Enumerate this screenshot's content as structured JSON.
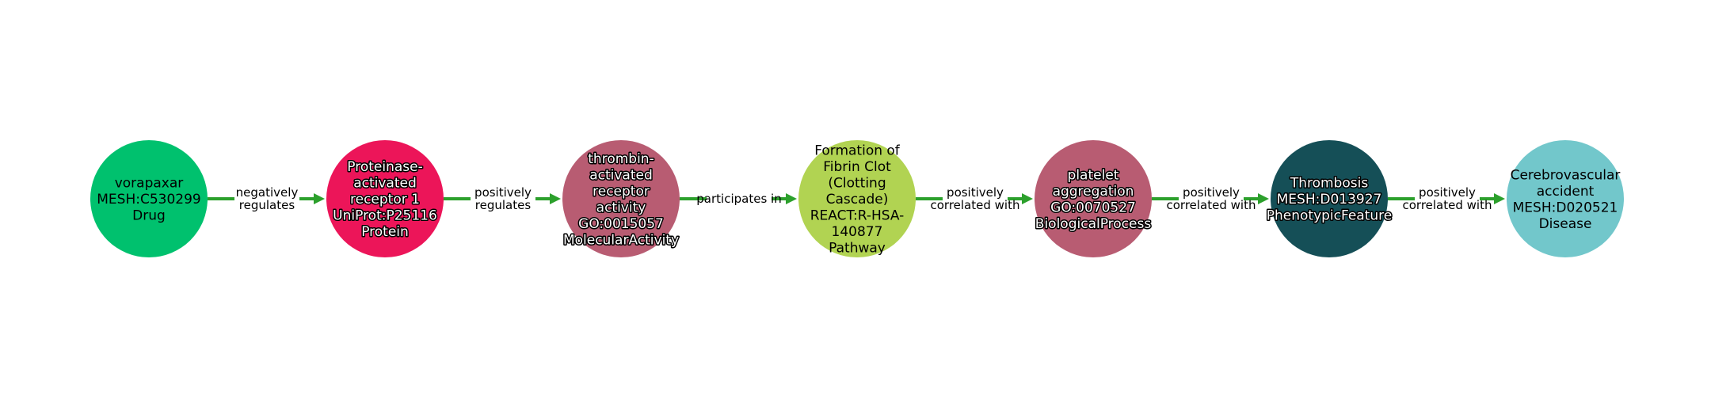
{
  "diagram": {
    "colors": {
      "edge": "#2ca02c",
      "background": "#ffffff"
    },
    "nodes": [
      {
        "id": "vorapaxar",
        "lines": [
          "vorapaxar",
          "MESH:C530299",
          "Drug"
        ],
        "color": "#00c16e",
        "text_color": "#000000",
        "halo": false
      },
      {
        "id": "par1",
        "lines": [
          "Proteinase-",
          "activated",
          "receptor 1",
          "UniProt:P25116",
          "Protein"
        ],
        "color": "#ec1559",
        "text_color": "#ffffff",
        "halo": true
      },
      {
        "id": "thrombin-receptor",
        "lines": [
          "thrombin-",
          "activated",
          "receptor",
          "activity",
          "GO:0015057",
          "MolecularActivity"
        ],
        "color": "#b85c72",
        "text_color": "#ffffff",
        "halo": true
      },
      {
        "id": "fibrin-clot",
        "lines": [
          "Formation of",
          "Fibrin Clot",
          "(Clotting",
          "Cascade)",
          "REACT:R-HSA-",
          "140877",
          "Pathway"
        ],
        "color": "#b1d352",
        "text_color": "#000000",
        "halo": false
      },
      {
        "id": "platelet-aggregation",
        "lines": [
          "platelet",
          "aggregation",
          "GO:0070527",
          "BiologicalProcess"
        ],
        "color": "#b85c72",
        "text_color": "#ffffff",
        "halo": true
      },
      {
        "id": "thrombosis",
        "lines": [
          "Thrombosis",
          "MESH:D013927",
          "PhenotypicFeature"
        ],
        "color": "#154f57",
        "text_color": "#ffffff",
        "halo": true
      },
      {
        "id": "cerebrovascular-accident",
        "lines": [
          "Cerebrovascular",
          "accident",
          "MESH:D020521",
          "Disease"
        ],
        "color": "#72c7cb",
        "text_color": "#000000",
        "halo": false
      }
    ],
    "edges": [
      {
        "lines": [
          "negatively",
          "regulates"
        ]
      },
      {
        "lines": [
          "positively",
          "regulates"
        ]
      },
      {
        "lines": [
          "participates in"
        ]
      },
      {
        "lines": [
          "positively",
          "correlated with"
        ]
      },
      {
        "lines": [
          "positively",
          "correlated with"
        ]
      },
      {
        "lines": [
          "positively",
          "correlated with"
        ]
      }
    ]
  }
}
